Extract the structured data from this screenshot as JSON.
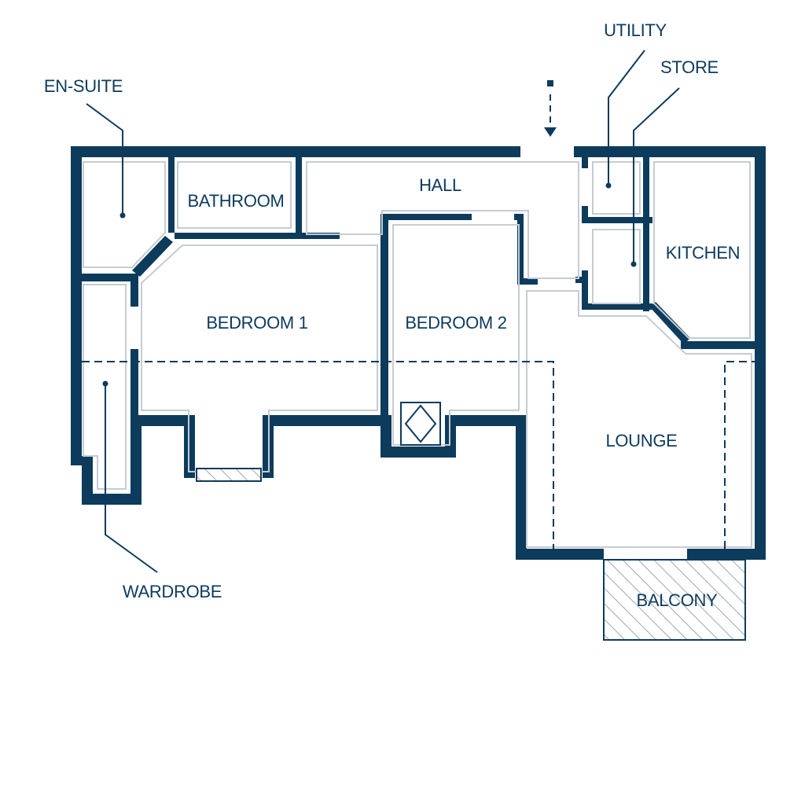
{
  "floorplan": {
    "rooms": {
      "bathroom": "BATHROOM",
      "hall": "HALL",
      "bedroom1": "BEDROOM 1",
      "bedroom2": "BEDROOM 2",
      "kitchen": "KITCHEN",
      "lounge": "LOUNGE",
      "balcony": "BALCONY"
    },
    "callouts": {
      "en_suite": "EN-SUITE",
      "utility": "UTILITY",
      "store": "STORE",
      "wardrobe": "WARDROBE"
    },
    "colors": {
      "wall": "#0d3b5c",
      "inner_line": "#c5ccd3",
      "background": "#ffffff"
    }
  }
}
